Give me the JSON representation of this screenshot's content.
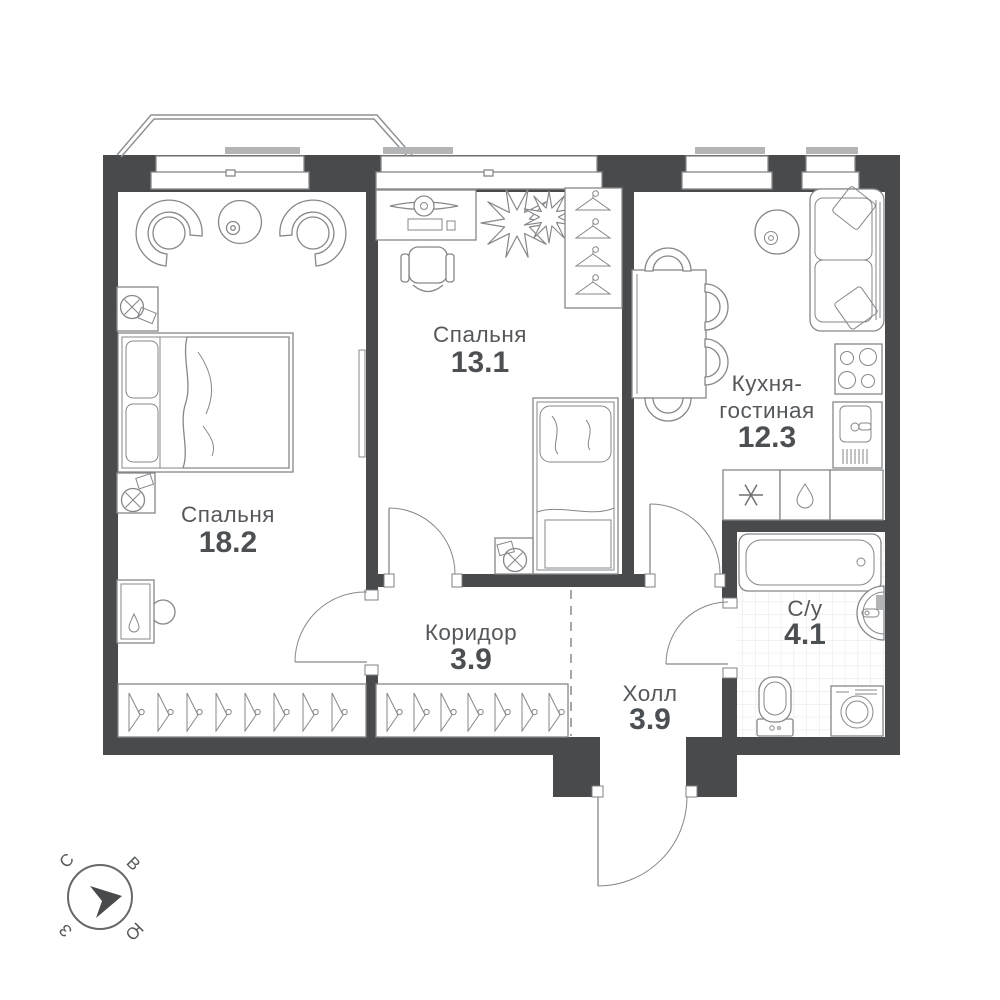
{
  "rooms": {
    "bedroom_main": {
      "name": "Спальня",
      "area": "18.2"
    },
    "bedroom_second": {
      "name": "Спальня",
      "area": "13.1"
    },
    "kitchen_living": {
      "name_line1": "Кухня-",
      "name_line2": "гостиная",
      "area": "12.3"
    },
    "corridor": {
      "name": "Коридор",
      "area": "3.9"
    },
    "hall": {
      "name": "Холл",
      "area": "3.9"
    },
    "bathroom": {
      "name": "С/у",
      "area": "4.1"
    }
  },
  "compass": {
    "north": "С",
    "east": "В",
    "south": "Ю",
    "west": "З"
  },
  "icons": [
    "double-bed",
    "single-bed",
    "nightstand",
    "table-lamp",
    "armchair",
    "round-table",
    "dressing-table",
    "stool",
    "wardrobe-hangers",
    "desk",
    "office-chair",
    "plant",
    "dining-table",
    "chair",
    "sofa",
    "pendant-lamp",
    "cooktop",
    "kitchen-sink",
    "fridge-snowflake",
    "water-appliance-droplet",
    "bathtub",
    "washbasin",
    "toilet",
    "washing-machine",
    "door-swing",
    "window",
    "balcony",
    "compass-north-arrow"
  ],
  "colors": {
    "wall": "#494a4c",
    "line": "#85878a",
    "text": "#55585b",
    "tile": "#e6e6e6",
    "sill": "#b2b4b6",
    "background": "#ffffff"
  }
}
